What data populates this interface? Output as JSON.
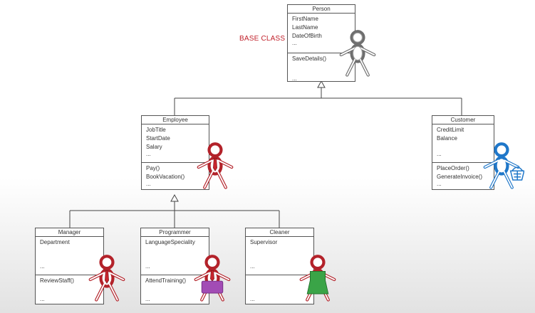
{
  "label": "BASE CLASS",
  "classes": {
    "person": {
      "name": "Person",
      "attributes": [
        "FirstName",
        "LastName",
        "DateOfBirth",
        "..."
      ],
      "methods": [
        "SaveDetails()",
        "..."
      ]
    },
    "employee": {
      "name": "Employee",
      "attributes": [
        "JobTitle",
        "StartDate",
        "Salary",
        "..."
      ],
      "methods": [
        "Pay()",
        "BookVacation()",
        "..."
      ]
    },
    "customer": {
      "name": "Customer",
      "attributes": [
        "CreditLimit",
        "Balance",
        "",
        "..."
      ],
      "methods": [
        "PlaceOrder()",
        "GenerateInvoice()",
        "..."
      ]
    },
    "manager": {
      "name": "Manager",
      "attributes": [
        "Department",
        "",
        "",
        "..."
      ],
      "methods": [
        "ReviewStaff()",
        "",
        "..."
      ]
    },
    "programmer": {
      "name": "Programmer",
      "attributes": [
        "LanguageSpeciality",
        "",
        "",
        "..."
      ],
      "methods": [
        "AttendTraining()",
        "",
        "..."
      ]
    },
    "cleaner": {
      "name": "Cleaner",
      "attributes": [
        "Supervisor",
        "",
        "",
        "..."
      ],
      "methods": [
        "",
        "",
        "..."
      ]
    }
  },
  "colors": {
    "person_figure": "#6e6e6e",
    "employee_figure": "#b3222a",
    "customer_figure": "#1f77c9",
    "programmer_apron": "#a24cb5",
    "cleaner_apron": "#3aa447"
  }
}
